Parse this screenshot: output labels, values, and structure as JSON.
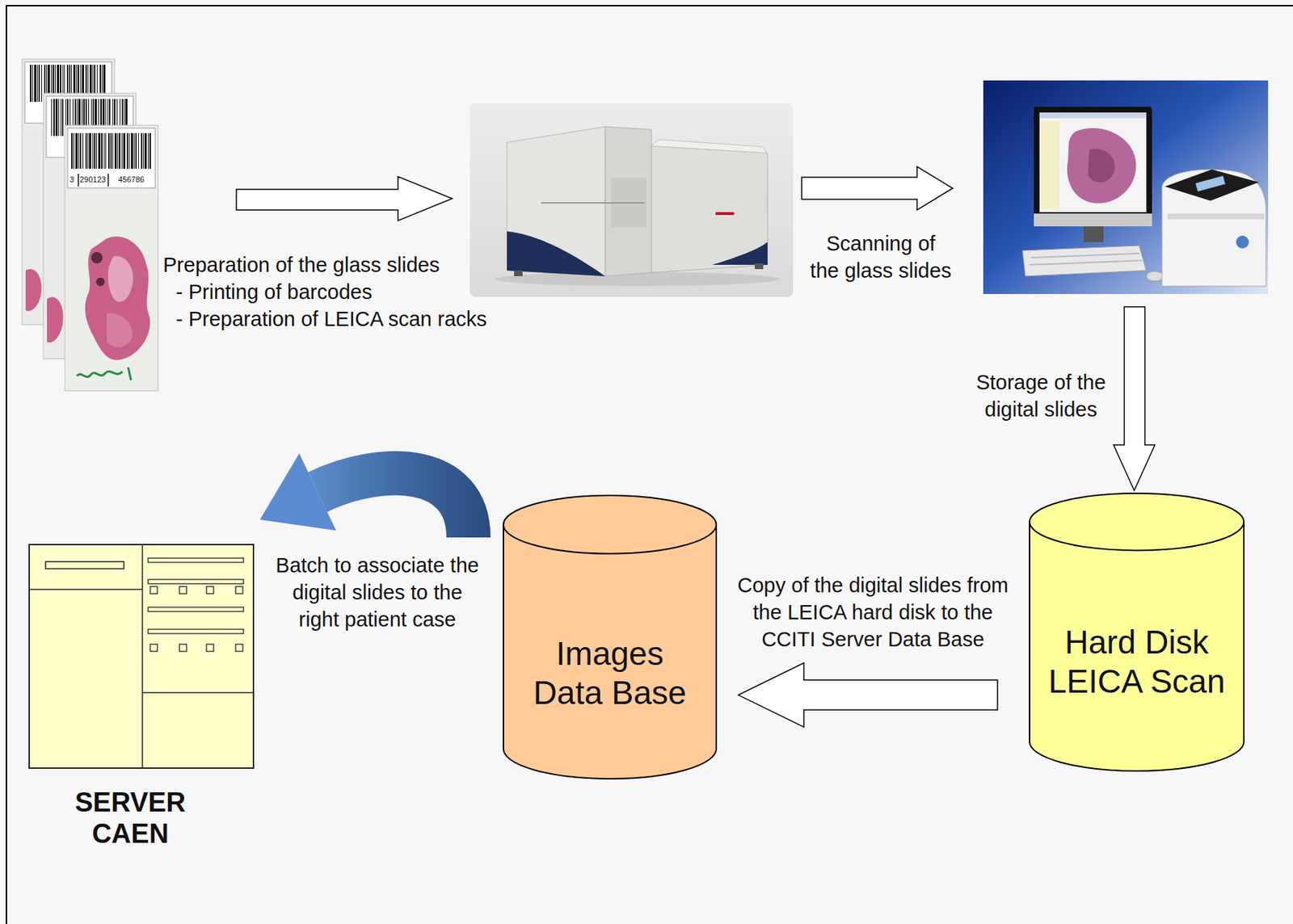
{
  "diagram": {
    "nodes": [
      {
        "text": [
          "SERVER CAEN"
        ]
      },
      {
        "text": [
          "Images Data Base"
        ]
      },
      {
        "text": [
          "Hard Disk LEICA Scan"
        ]
      }
    ],
    "edges": [
      {
        "from": 2,
        "to": 1,
        "arrow": "to",
        "label": "Copy of the digital slides from the LEICA hard disk to the CCITI Server Data Base"
      },
      {
        "from": 1,
        "to": 0,
        "arrow": "to",
        "label": "Batch to associate the digital slides to the right patient case"
      }
    ],
    "labels": [
      "3",
      "290123",
      "456786",
      "Preparation of the glass slides",
      "- Printing of barcodes",
      "- Preparation of LEICA scan racks",
      "Scanning of the glass slides",
      "Storage of the digital slides"
    ]
  }
}
